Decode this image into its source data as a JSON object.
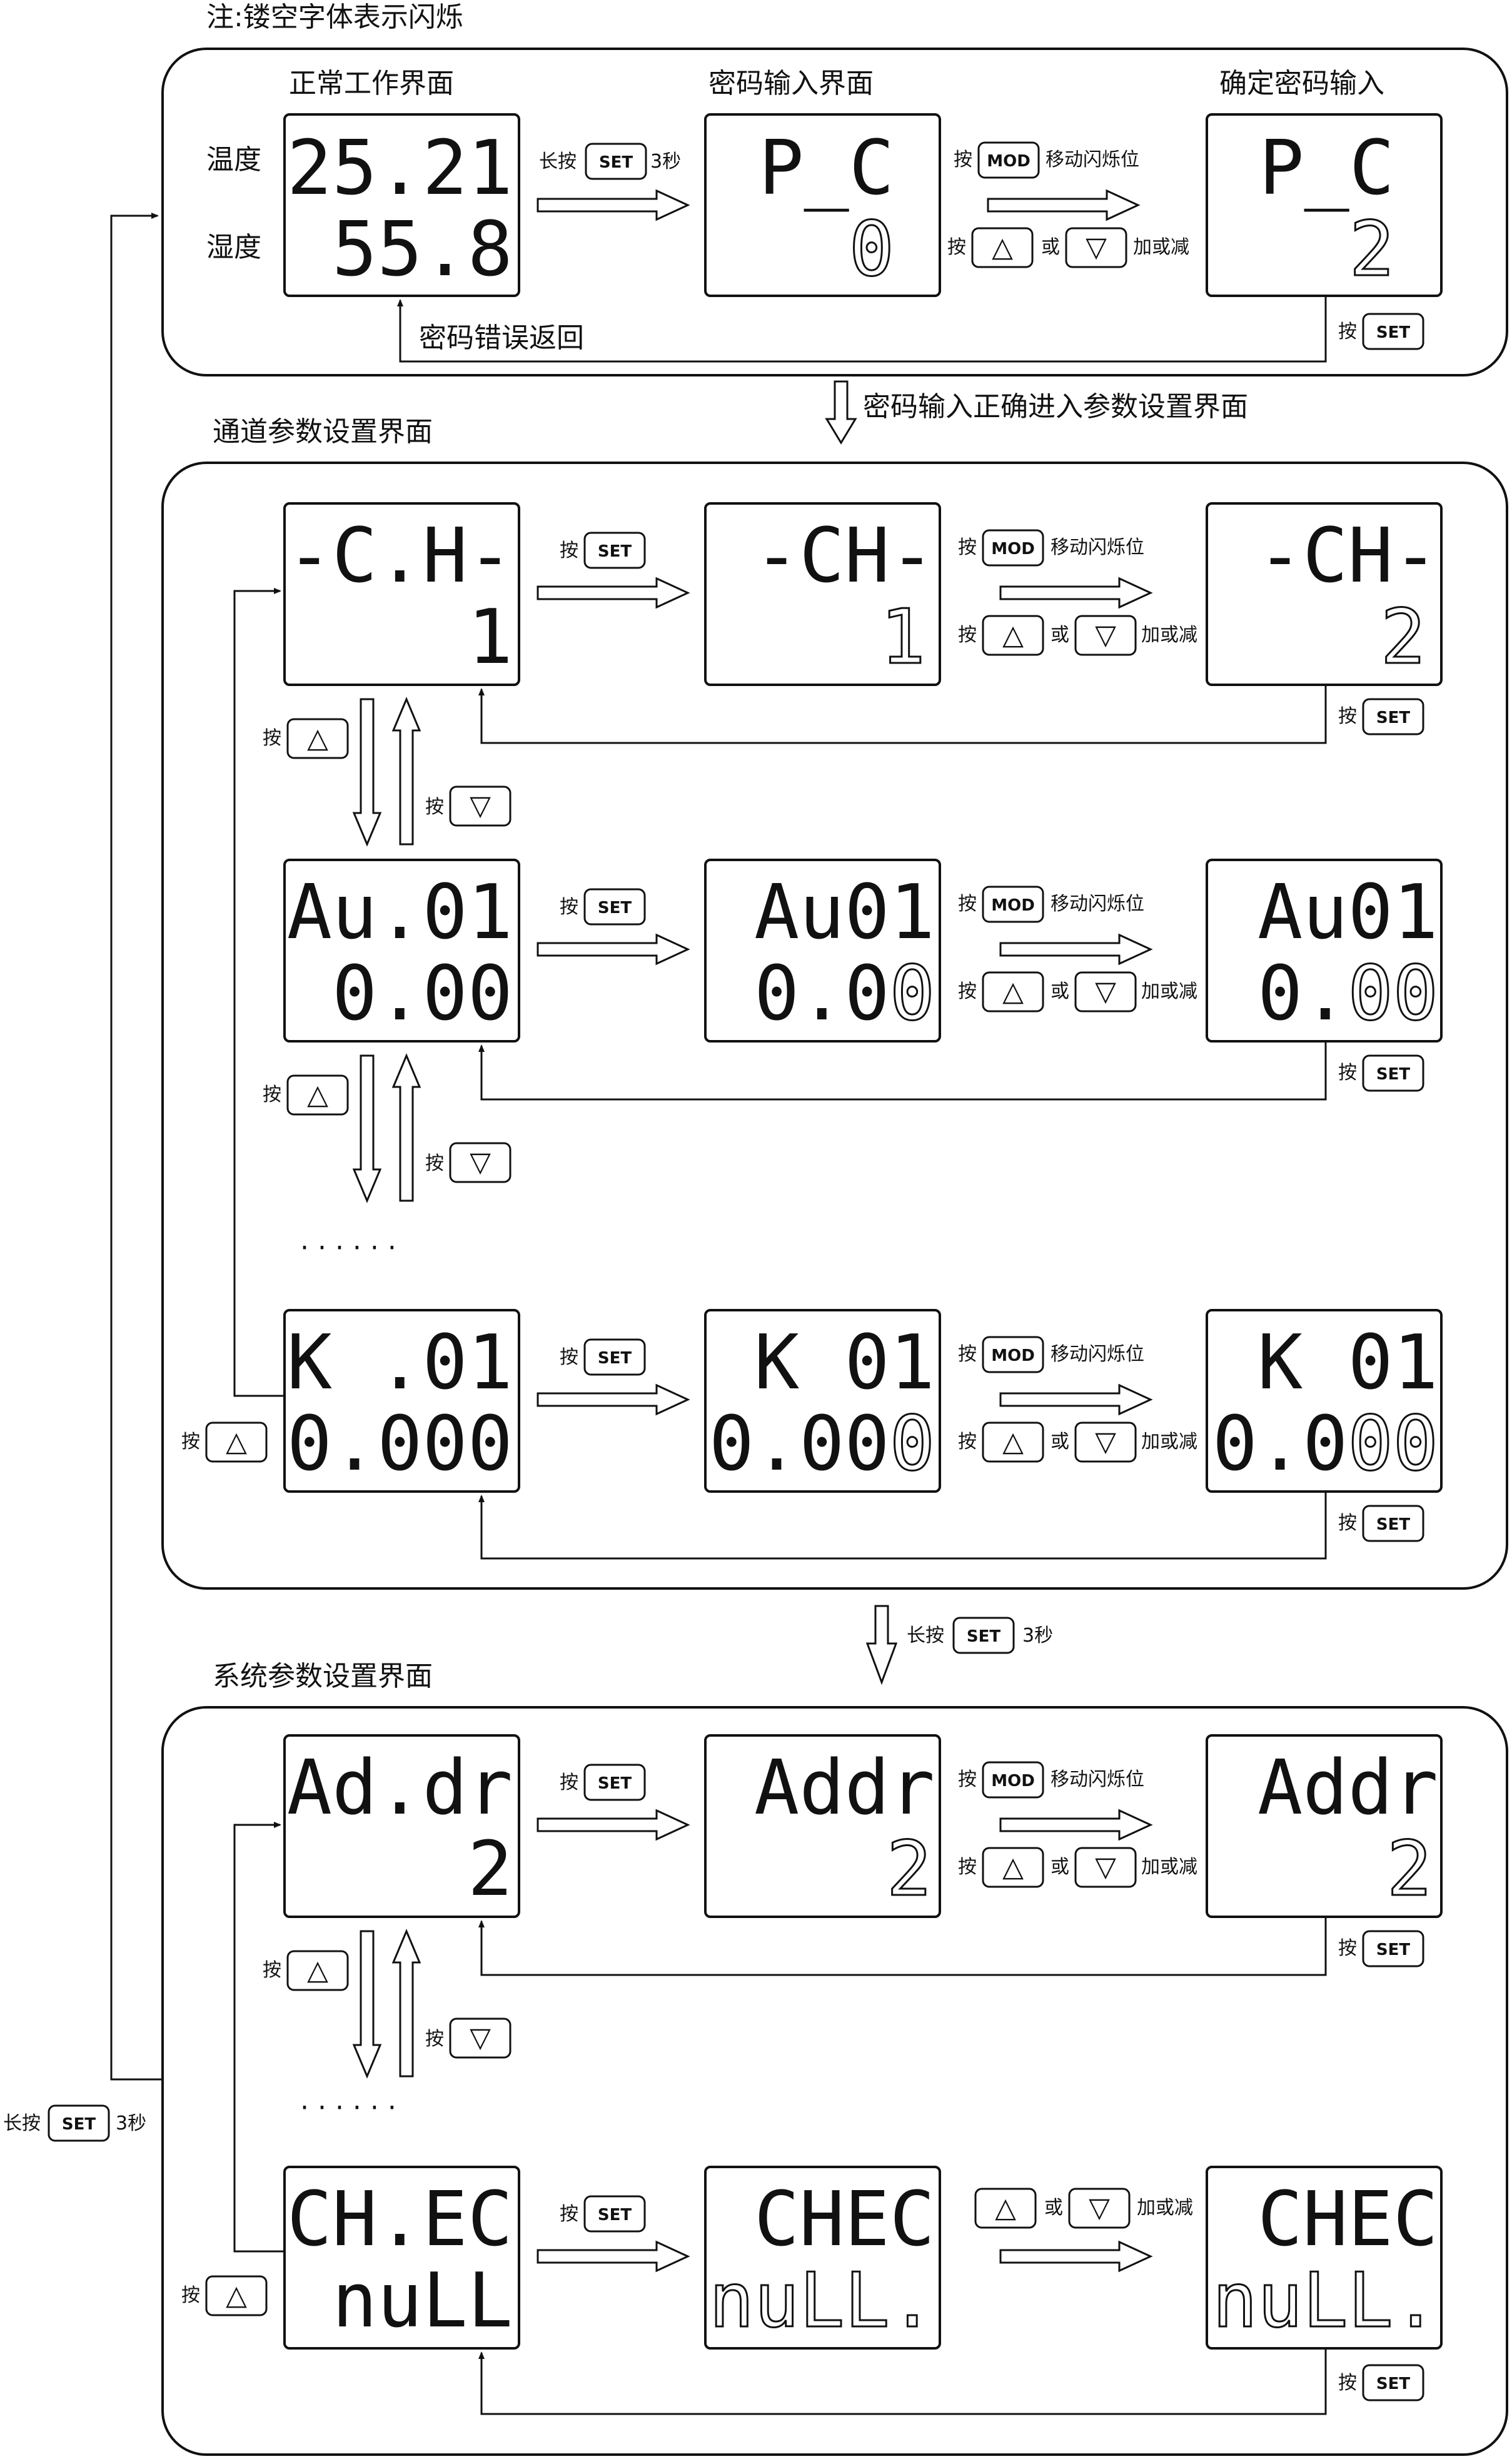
{
  "note": "注:镂空字体表示闪烁",
  "labels": {
    "press": "按",
    "long_press": "长按",
    "three_sec": "3秒",
    "or": "或",
    "inc_dec": "加或减",
    "move_blink": "移动闪烁位",
    "wrong_pwd": "密码错误返回",
    "correct_pwd": "密码输入正确进入参数设置界面",
    "temp": "温度",
    "humi": "湿度",
    "dots": "· · · · · ·"
  },
  "keys": {
    "set": "SET",
    "mod": "MOD",
    "up": "△",
    "down": "▽"
  },
  "sections": {
    "s1": {
      "title_normal": "正常工作界面",
      "title_pwd": "密码输入界面",
      "title_confirm": "确定密码输入",
      "normal_l1": "25.21",
      "normal_l2": "55.8",
      "pwd_l1": "P_C",
      "pwd_l2": "0",
      "conf_l1": "P_C",
      "conf_l2": "2"
    },
    "s2": {
      "title": "通道参数设置界面",
      "rows": [
        {
          "a1": "-C.H-",
          "a2": "1",
          "b1": "-CH-",
          "b2_solid": "",
          "b2_hollow": "1",
          "c1": "-CH-",
          "c2_solid": "",
          "c2_hollow": "2"
        },
        {
          "a1": "Au.01",
          "a2": "0.00",
          "b1": "Au01",
          "b2_solid": "0.0",
          "b2_hollow": "0",
          "c1": "Au01",
          "c2_solid": "0.",
          "c2_hollow": "00"
        },
        {
          "a1": "K .01",
          "a2": "0.000",
          "b1": "K 01",
          "b2_solid": "0.00",
          "b2_hollow": "0",
          "c1": "K 01",
          "c2_solid": "0.0",
          "c2_hollow": "00"
        }
      ]
    },
    "s3": {
      "title": "系统参数设置界面",
      "rows": [
        {
          "a1": "Ad.dr",
          "a2": "2",
          "b1": "Addr",
          "b2": "2",
          "c1": "Addr",
          "c2": "2"
        },
        {
          "a1": "CH.EC",
          "a2": "nuLL",
          "b1": "CHEC",
          "b2": "nuLL.",
          "c1": "CHEC",
          "c2": "nuLL."
        }
      ]
    }
  }
}
